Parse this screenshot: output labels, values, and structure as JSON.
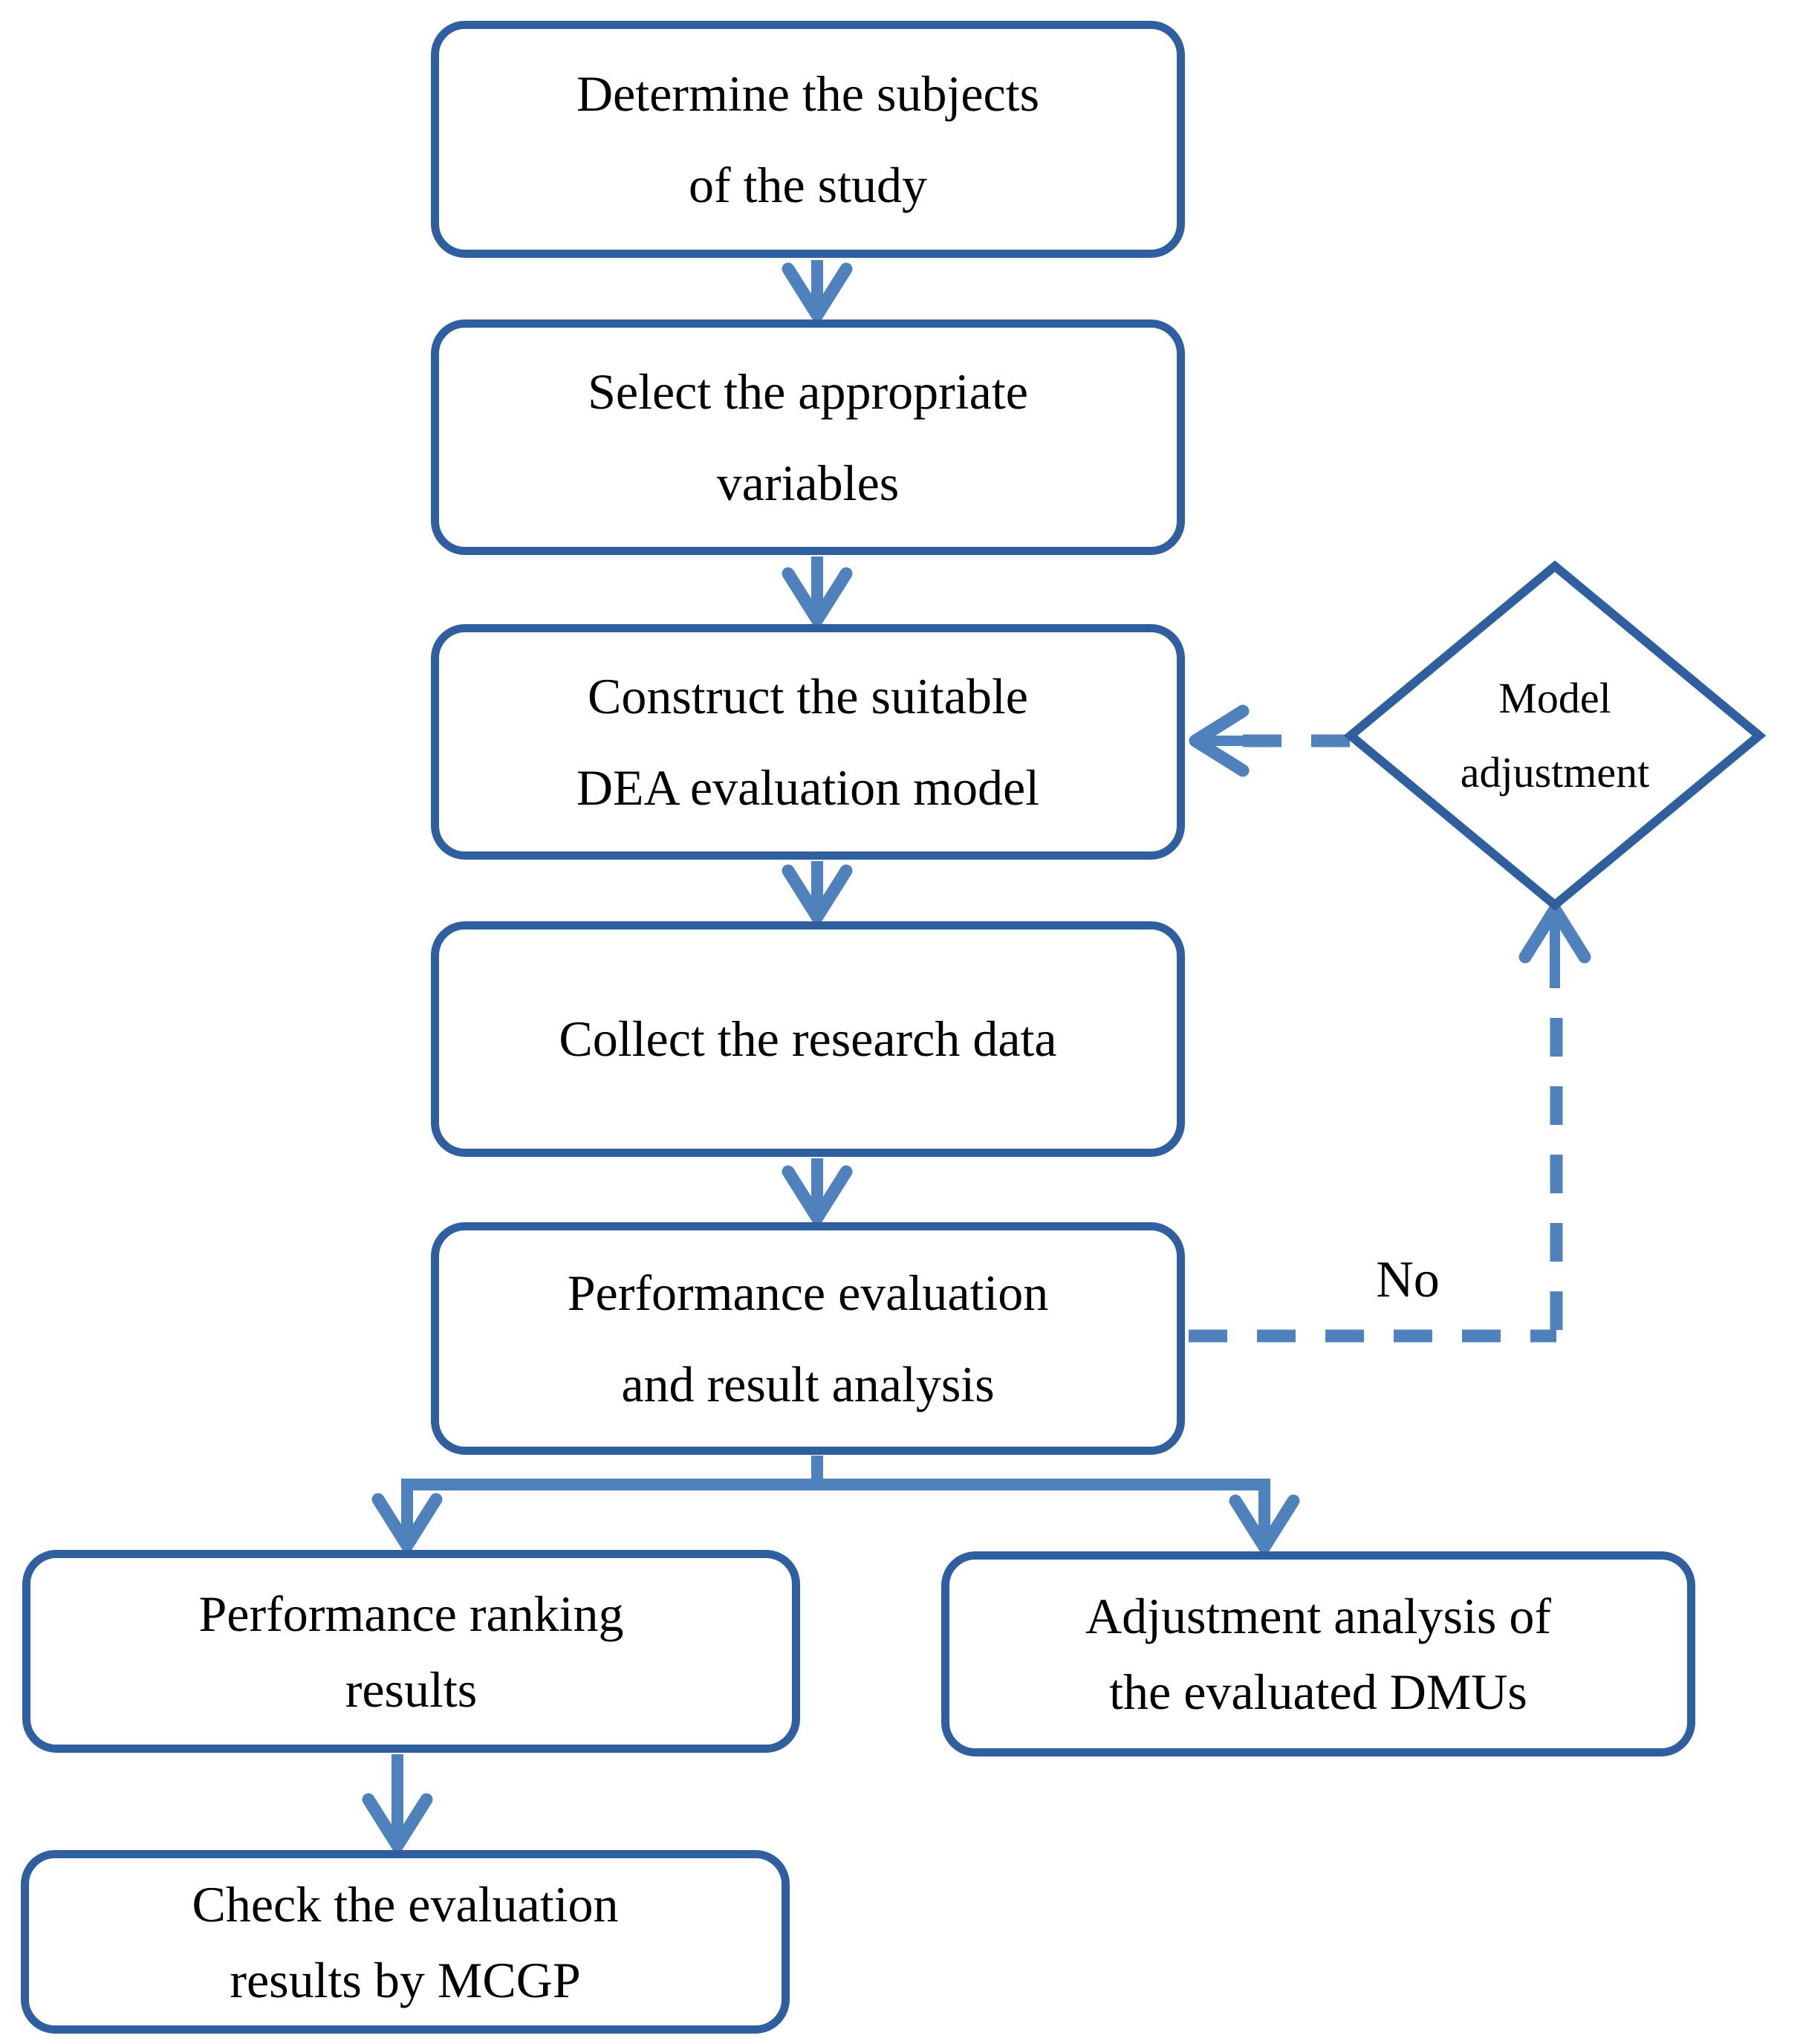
{
  "flowchart": {
    "boxes": {
      "determine": {
        "lines": [
          "Determine the subjects",
          "of the study"
        ]
      },
      "select": {
        "lines": [
          "Select the appropriate",
          "variables"
        ]
      },
      "construct": {
        "lines": [
          "Construct the suitable",
          "DEA evaluation model"
        ]
      },
      "collect": {
        "lines": [
          "Collect the research data"
        ]
      },
      "performance": {
        "lines": [
          "Performance evaluation",
          "and result analysis"
        ]
      },
      "ranking": {
        "lines": [
          "Performance ranking",
          "results"
        ]
      },
      "check": {
        "lines": [
          "Check the evaluation",
          "results by MCGP"
        ]
      },
      "adjustment": {
        "lines": [
          "Adjustment analysis of",
          "the evaluated DMUs"
        ]
      }
    },
    "decision": {
      "lines": [
        "Model",
        "adjustment"
      ]
    },
    "edge_labels": {
      "no": "No"
    },
    "colors": {
      "box_border": "#2f5f9e",
      "connector": "#4f81bd",
      "text": "#000000",
      "background": "#ffffff"
    }
  }
}
